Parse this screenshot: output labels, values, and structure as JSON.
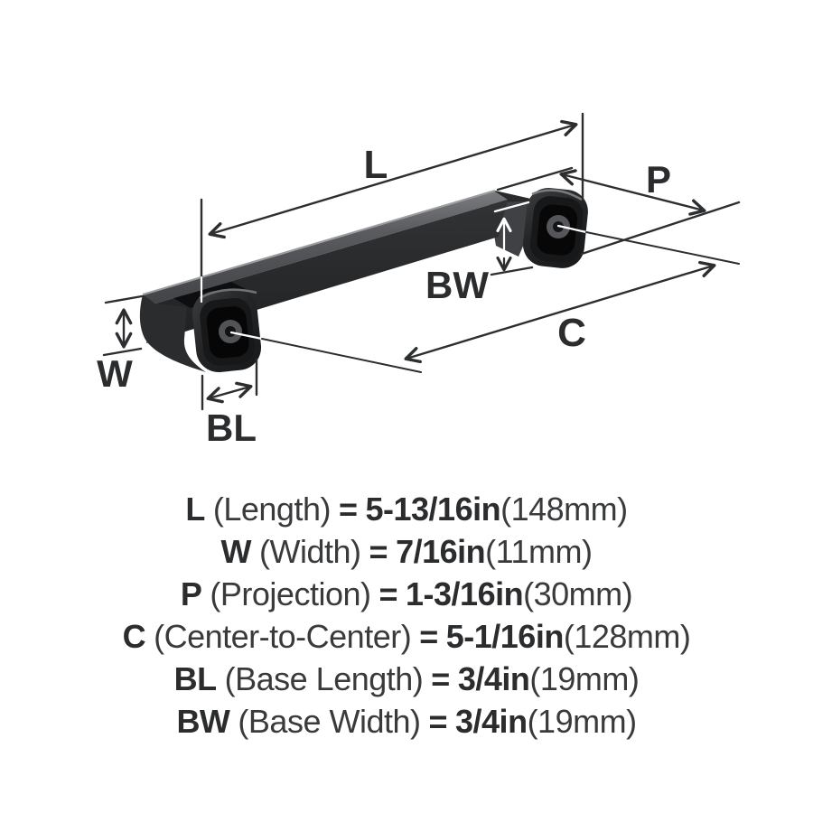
{
  "page": {
    "background": "#ffffff"
  },
  "diagram": {
    "labels": {
      "L": "L",
      "P": "P",
      "BW": "BW",
      "C": "C",
      "W": "W",
      "BL": "BL"
    },
    "colors": {
      "line": "#2d2e30",
      "label_text": "#2b2c2e",
      "extension_white": "#ffffff",
      "handle_front": "#252628",
      "handle_top_light": "#86878b",
      "foot_dark": "#17181a",
      "screw_ring": "#55565a"
    }
  },
  "specs": {
    "rows": [
      {
        "abbr": "L",
        "name": "(Length)",
        "eq": "=",
        "imperial": "5-13/16in",
        "metric": "(148mm)"
      },
      {
        "abbr": "W",
        "name": "(Width)",
        "eq": "=",
        "imperial": "7/16in",
        "metric": "(11mm)"
      },
      {
        "abbr": "P",
        "name": "(Projection)",
        "eq": "=",
        "imperial": "1-3/16in",
        "metric": "(30mm)"
      },
      {
        "abbr": "C",
        "name": "(Center-to-Center)",
        "eq": "=",
        "imperial": "5-1/16in",
        "metric": "(128mm)"
      },
      {
        "abbr": "BL",
        "name": "(Base Length)",
        "eq": "=",
        "imperial": "3/4in",
        "metric": "(19mm)"
      },
      {
        "abbr": "BW",
        "name": "(Base Width)",
        "eq": "=",
        "imperial": "3/4in",
        "metric": "(19mm)"
      }
    ]
  }
}
